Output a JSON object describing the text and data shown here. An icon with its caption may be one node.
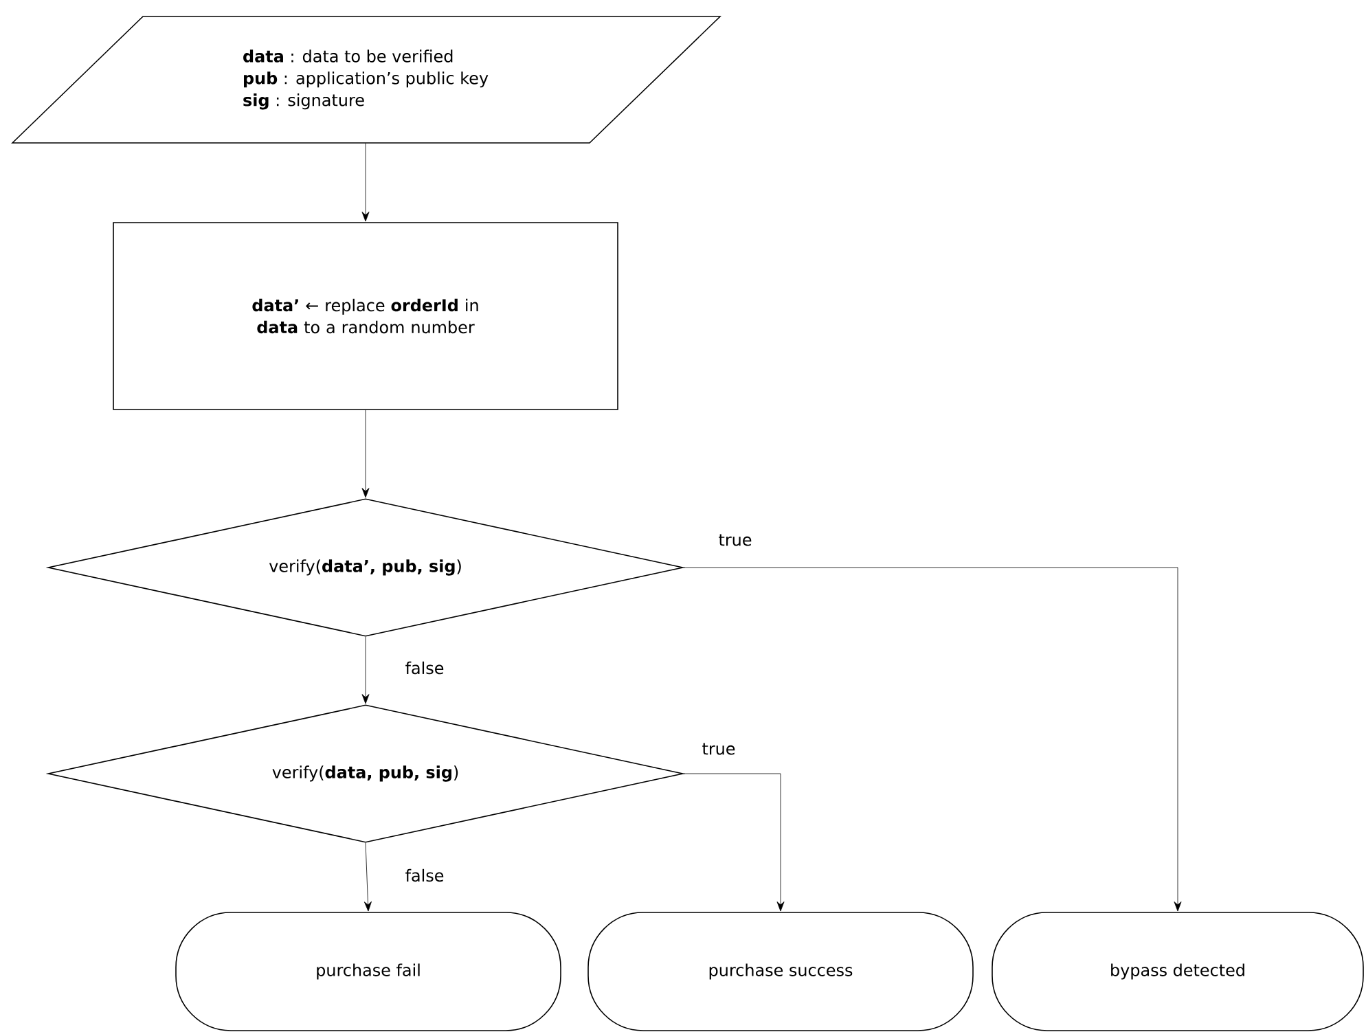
{
  "diagram": {
    "nodes": [
      {
        "text": [
          "**data** : data to be verified",
          "**pub** : application’s public key",
          "**sig** : signature"
        ]
      },
      {
        "text": [
          "**data’** ← replace **orderId** in **data** to a random number"
        ]
      },
      {
        "text": [
          "verify(**data’, pub, sig**)"
        ]
      },
      {
        "text": [
          "verify(**data, pub, sig**)"
        ]
      },
      {
        "text": [
          "purchase fail"
        ]
      },
      {
        "text": [
          "purchase success"
        ]
      },
      {
        "text": [
          "bypass detected"
        ]
      }
    ],
    "edges": [
      {
        "from": 0,
        "to": 1,
        "arrow": "to"
      },
      {
        "from": 1,
        "to": 2,
        "arrow": "to"
      },
      {
        "from": 2,
        "to": 6,
        "arrow": "to",
        "label": "true"
      },
      {
        "from": 2,
        "to": 3,
        "arrow": "to",
        "label": "false"
      },
      {
        "from": 3,
        "to": 5,
        "arrow": "to",
        "label": "true"
      },
      {
        "from": 3,
        "to": 4,
        "arrow": "to",
        "label": "false"
      }
    ]
  }
}
